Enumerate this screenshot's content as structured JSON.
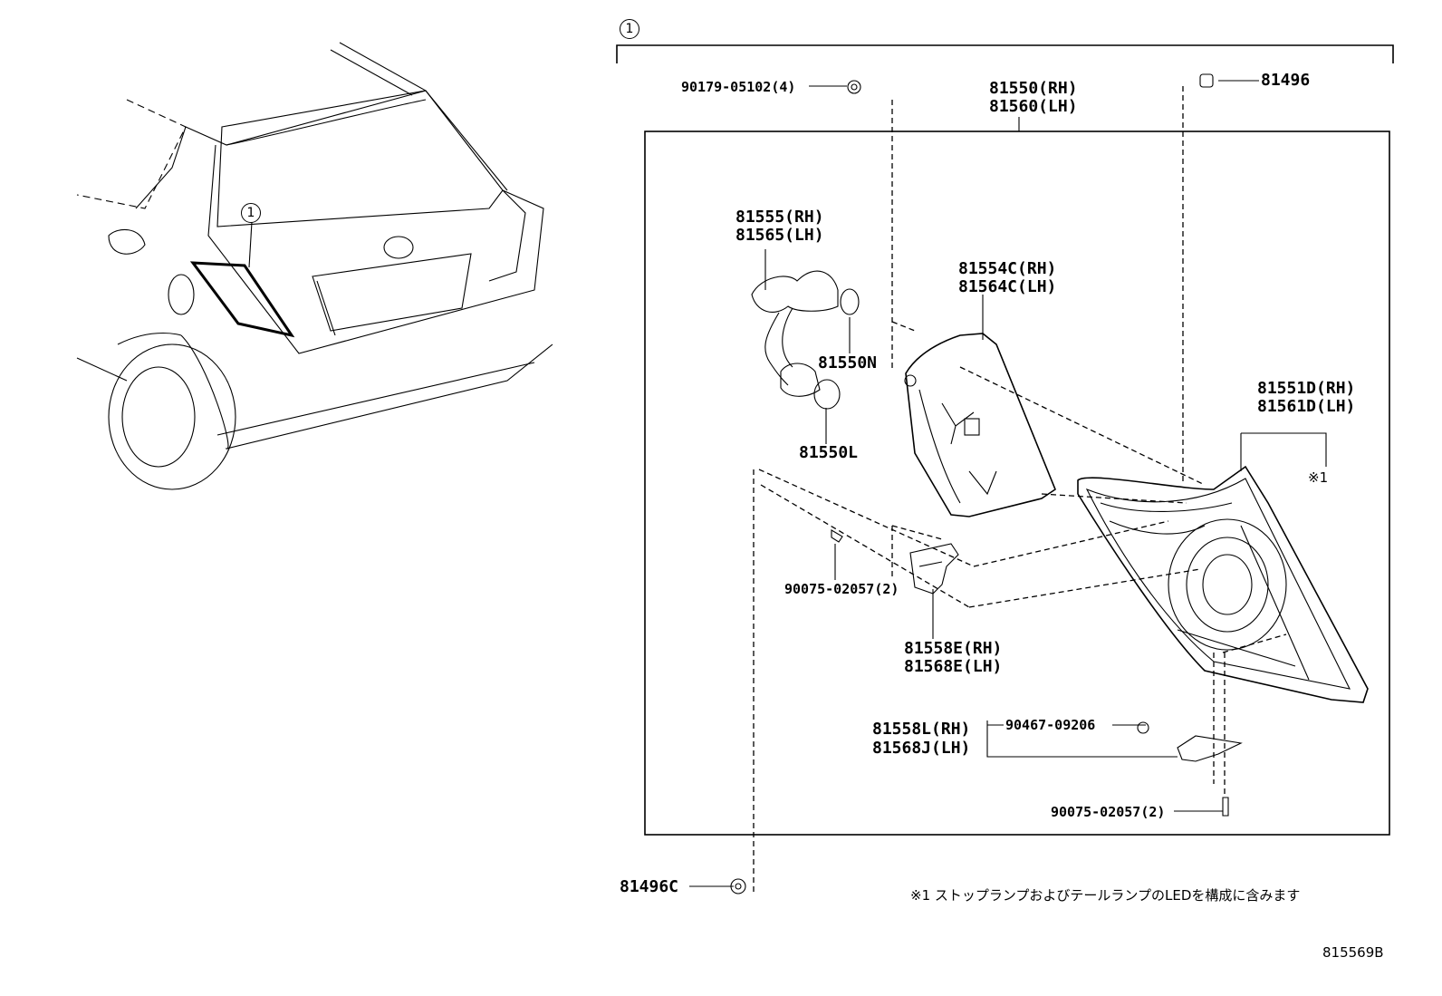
{
  "callout_main": "1",
  "callout_car": "1",
  "parts": {
    "p90179": "90179-05102(4)",
    "p81496": "81496",
    "p81550_rh": "81550(RH)",
    "p81560_lh": "81560(LH)",
    "p81555_rh": "81555(RH)",
    "p81565_lh": "81565(LH)",
    "p81554c_rh": "81554C(RH)",
    "p81564c_lh": "81564C(LH)",
    "p81550n": "81550N",
    "p81550l": "81550L",
    "p81551d_rh": "81551D(RH)",
    "p81561d_lh": "81561D(LH)",
    "note_ref": "※1",
    "p90075_a": "90075-02057(2)",
    "p81558e_rh": "81558E(RH)",
    "p81568e_lh": "81568E(LH)",
    "p81558l_rh": "81558L(RH)",
    "p81568j_lh": "81568J(LH)",
    "p90467": "90467-09206",
    "p90075_b": "90075-02057(2)",
    "p81496c": "81496C"
  },
  "footnote": "※1 ストップランプおよびテールランプのLEDを構成に含みます",
  "diagram_code": "815569B"
}
